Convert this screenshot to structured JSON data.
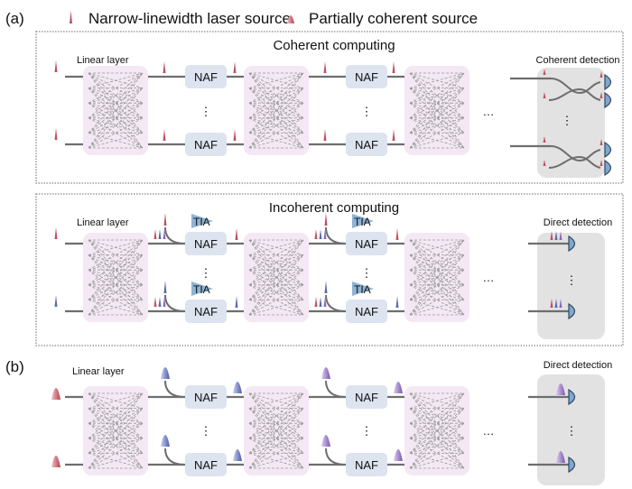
{
  "panel_labels": {
    "a": "(a)",
    "b": "(b)"
  },
  "legend": {
    "narrow": "Narrow-linewidth laser source",
    "partial": "Partially coherent source"
  },
  "coherent": {
    "title": "Coherent computing",
    "linear_label": "Linear layer",
    "detection_label": "Coherent detection",
    "naf": "NAF"
  },
  "incoherent": {
    "title": "Incoherent computing",
    "linear_label": "Linear layer",
    "detection_label": "Direct detection",
    "naf": "NAF",
    "tia": "TIA"
  },
  "partial": {
    "linear_label": "Linear layer",
    "detection_label": "Direct detection",
    "naf": "NAF"
  },
  "symbols": {
    "hdots": "…",
    "vdots": "⋮"
  },
  "colors": {
    "red": "#c0505e",
    "blue": "#5a6aae",
    "purple": "#8a6ab6",
    "linear_bg": "#f3e8f4",
    "naf_bg": "#dde3ef",
    "det_bg": "#e2e2e2",
    "detector": "#7fa8d0",
    "tia": "#8fb3d3",
    "wire": "#6e6e6e"
  }
}
